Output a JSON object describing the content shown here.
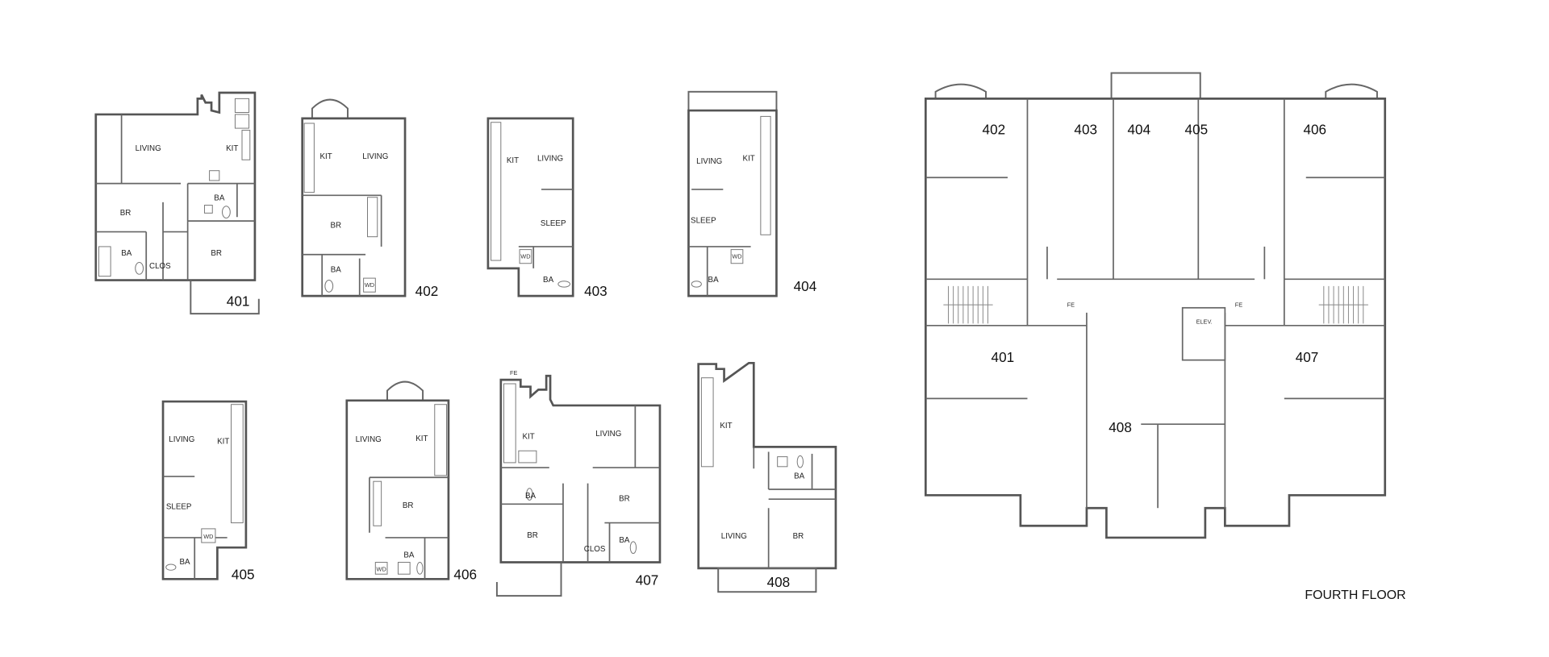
{
  "units": [
    {
      "number": "401",
      "rooms": [
        "LIVING",
        "KIT",
        "BR",
        "BA",
        "BA",
        "CLOS",
        "BR"
      ]
    },
    {
      "number": "402",
      "rooms": [
        "KIT",
        "LIVING",
        "BR",
        "BA",
        "WD"
      ]
    },
    {
      "number": "403",
      "rooms": [
        "KIT",
        "LIVING",
        "SLEEP",
        "BA",
        "WD"
      ]
    },
    {
      "number": "404",
      "rooms": [
        "LIVING",
        "KIT",
        "SLEEP",
        "BA",
        "WD"
      ]
    },
    {
      "number": "405",
      "rooms": [
        "LIVING",
        "KIT",
        "SLEEP",
        "BA",
        "WD"
      ]
    },
    {
      "number": "406",
      "rooms": [
        "LIVING",
        "KIT",
        "BR",
        "BA",
        "WD"
      ]
    },
    {
      "number": "407",
      "rooms": [
        "KIT",
        "LIVING",
        "BA",
        "BR",
        "BR",
        "CLOS",
        "BA"
      ],
      "fe": "FE"
    },
    {
      "number": "408",
      "rooms": [
        "KIT",
        "BA",
        "LIVING",
        "BR"
      ]
    }
  ],
  "fourth_floor": {
    "title": "FOURTH FLOOR",
    "unit_labels": [
      "402",
      "403",
      "404",
      "405",
      "406",
      "401",
      "407",
      "408"
    ],
    "elevator": "ELEV.",
    "fire_extinguisher": "FE"
  }
}
